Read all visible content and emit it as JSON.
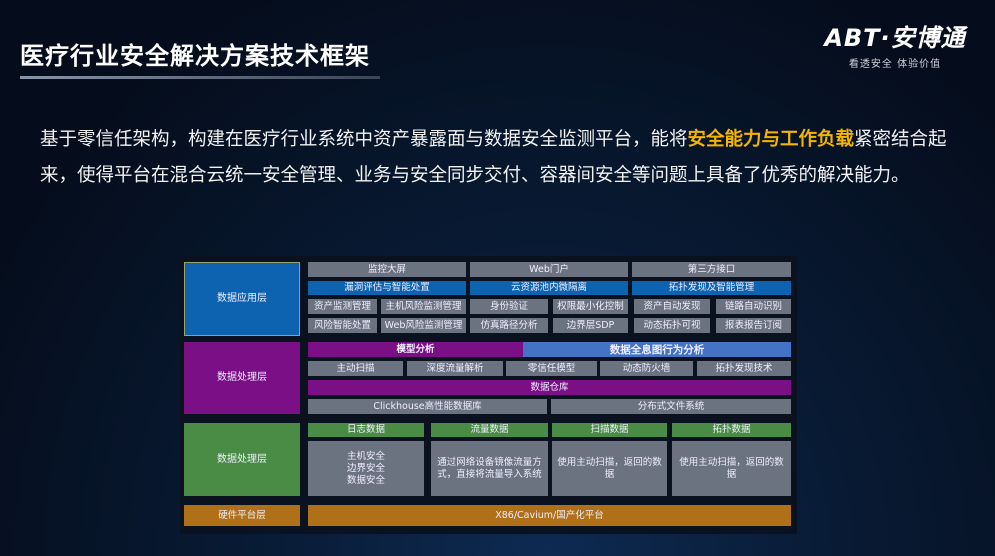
{
  "title": "医疗行业安全解决方案技术框架",
  "logo": {
    "brand": "ABT·安博通",
    "slogan": "看透安全 体验价值"
  },
  "intro": {
    "before": "基于零信任架构，构建在医疗行业系统中资产暴露面与数据安全监测平台，能将",
    "highlight": "安全能力与工作负载",
    "after": "紧密结合起来，使得平台在混合云统一安全管理、业务与安全同步交付、容器间安全等问题上具备了优秀的解决能力。"
  },
  "colors": {
    "highlight": "#f5b400",
    "app_layer": "#0e63b0",
    "process_layer": "#7a0f86",
    "storage_layer": "#4a8c45",
    "hardware_layer": "#b07018",
    "cell": "#6b7280",
    "holo": "#4472c4"
  },
  "app_layer": {
    "label": "数据应用层",
    "row1": [
      "监控大屏",
      "Web门户",
      "第三方接口"
    ],
    "row2": [
      "漏洞评估与智能处置",
      "云资源池内微隔离",
      "拓扑发现及智能管理"
    ],
    "row3": [
      "资产监测管理",
      "主机风险监测管理",
      "身份验证",
      "权限最小化控制",
      "资产自动发现",
      "链路自动识别"
    ],
    "row4": [
      "风险智能处置",
      "Web风险监测管理",
      "仿真路径分析",
      "边界层SDP",
      "动态拓扑可视",
      "报表报告订阅"
    ]
  },
  "process_layer": {
    "label": "数据处理层",
    "model": "模型分析",
    "holo": "数据全息图行为分析",
    "tech": [
      "主动扫描",
      "深度流量解析",
      "零信任模型",
      "动态防火墙",
      "拓扑发现技术"
    ],
    "warehouse": "数据仓库",
    "storage": [
      "Clickhouse高性能数据库",
      "分布式文件系统"
    ]
  },
  "data_layer": {
    "label": "数据处理层",
    "headers": [
      "日志数据",
      "流量数据",
      "扫描数据",
      "拓扑数据"
    ],
    "bodies": [
      "主机安全\n边界安全\n数据安全",
      "通过网络设备镜像流量方式，直接将流量导入系统",
      "使用主动扫描，返回的数据",
      "使用主动扫描，返回的数据"
    ]
  },
  "hardware_layer": {
    "label": "硬件平台层",
    "platform": "X86/Cavium/国产化平台"
  }
}
